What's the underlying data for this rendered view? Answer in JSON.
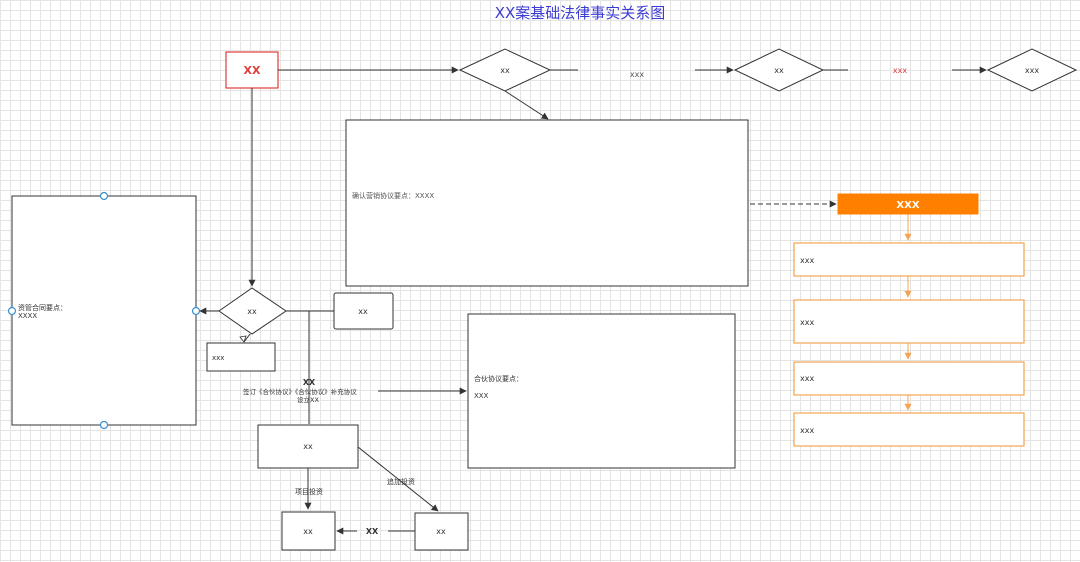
{
  "title": "XX案基础法律事实关系图",
  "nodes": {
    "start": "XX",
    "d1": "xx",
    "d2": "xx",
    "d3": "xxx",
    "d_main": "xx",
    "box_right_top": "xx",
    "box_small": "xxx",
    "box_mid": "xx",
    "box_bl": "xx",
    "box_br": "xx",
    "orange_header": "XXX",
    "orange_items": [
      "xxx",
      "xxx",
      "xxx",
      "xxx"
    ]
  },
  "labels": {
    "edge_d1_d2": "xxx",
    "edge_d2_d3": "xxx",
    "big_top_text": "确认营销协议要点：XXXX",
    "left_big_line1": "资管合同要点：",
    "left_big_line2": "XXXX",
    "right_mid_line1": "合伙协议要点：",
    "right_mid_line2": "XXX",
    "xx_mid": "XX",
    "sign_text": "签订《合伙协议》《合伙协议》补充协议",
    "sign_text2": "设立XX",
    "edge_bl": "项目投资",
    "edge_br": "追加投资",
    "edge_bottom": "XX"
  },
  "colors": {
    "title": "#3b3bd6",
    "red": "#e03c3c",
    "orange": "#ff8000",
    "orange_border": "#f5a452",
    "stroke": "#333333",
    "handle": "#3a8fd1"
  }
}
